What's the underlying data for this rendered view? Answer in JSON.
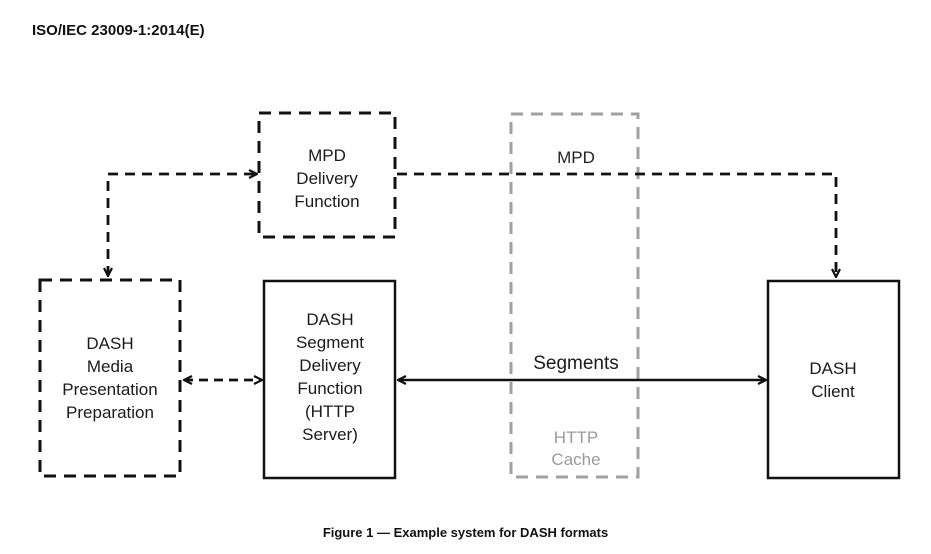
{
  "header": "ISO/IEC 23009-1:2014(E)",
  "caption": "Figure 1 — Example system for DASH formats",
  "nodes": {
    "mpd_delivery": [
      "MPD",
      "Delivery",
      "Function"
    ],
    "dash_media_prep": [
      "DASH",
      "Media",
      "Presentation",
      "Preparation"
    ],
    "segment_delivery": [
      "DASH",
      "Segment",
      "Delivery",
      "Function",
      "(HTTP",
      "Server)"
    ],
    "dash_client": [
      "DASH",
      "Client"
    ],
    "http_cache_top": "MPD",
    "http_cache_bottom": [
      "HTTP",
      "Cache"
    ]
  },
  "edges": {
    "segments_label": "Segments"
  }
}
